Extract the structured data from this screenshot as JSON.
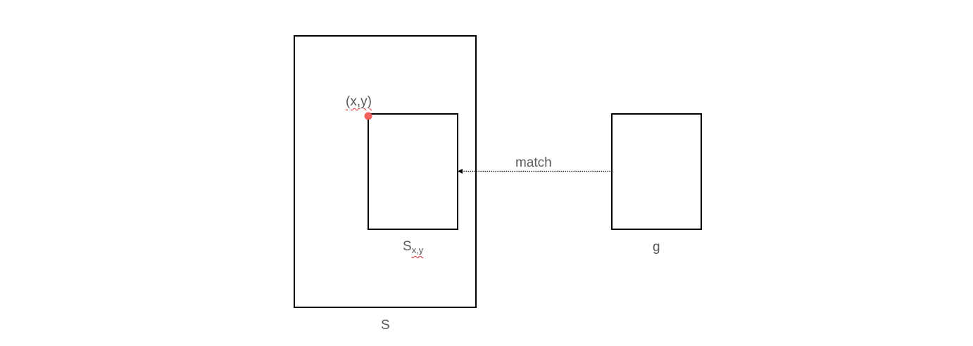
{
  "diagram": {
    "outer_label": "S",
    "inner_label_base": "S",
    "inner_label_sub": "x,y",
    "point_label": "(x,y)",
    "template_label": "g",
    "arrow_label": "match",
    "point_color": "#f0605a",
    "line_color": "#000000",
    "text_color": "#595959",
    "squiggle_color": "#e03030"
  }
}
